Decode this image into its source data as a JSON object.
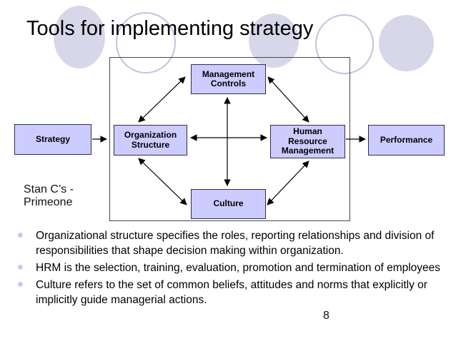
{
  "slide": {
    "title": "Tools for implementing strategy",
    "page_number": "8"
  },
  "diagram": {
    "boxes": {
      "strategy": "Strategy",
      "organization_structure": "Organization\nStructure",
      "management_controls": "Management\nControls",
      "human_resource_management": "Human\nResource\nManagement",
      "culture": "Culture",
      "performance": "Performance"
    },
    "arrows": [
      "strategy-to-diagram",
      "diagram-to-performance",
      "organization-structure-management-controls",
      "management-controls-human-resource-management",
      "organization-structure-culture",
      "culture-human-resource-management",
      "organization-structure-human-resource-management",
      "management-controls-culture"
    ]
  },
  "annotation": {
    "lines": [
      "Stan C’s -",
      "Primeone"
    ]
  },
  "bullets": [
    {
      "text": "Organizational structure specifies the roles, reporting relationships and division of responsibilities that shape decision making within organization."
    },
    {
      "text": "HRM is the selection, training, evaluation, promotion and termination of employees"
    },
    {
      "text": "Culture refers to the set of common beliefs, attitudes and norms that explicitly or implicitly guide managerial actions."
    }
  ],
  "colors": {
    "box_fill": "#ccccff",
    "box_border": "#2e2e4d",
    "frame_border": "#474747",
    "circle_fill": "#d7d7e9",
    "circle_outline": "#c3c3dd",
    "bullet_dot": "#c9c9ef",
    "arrow": "#000000",
    "text": "#000000"
  }
}
